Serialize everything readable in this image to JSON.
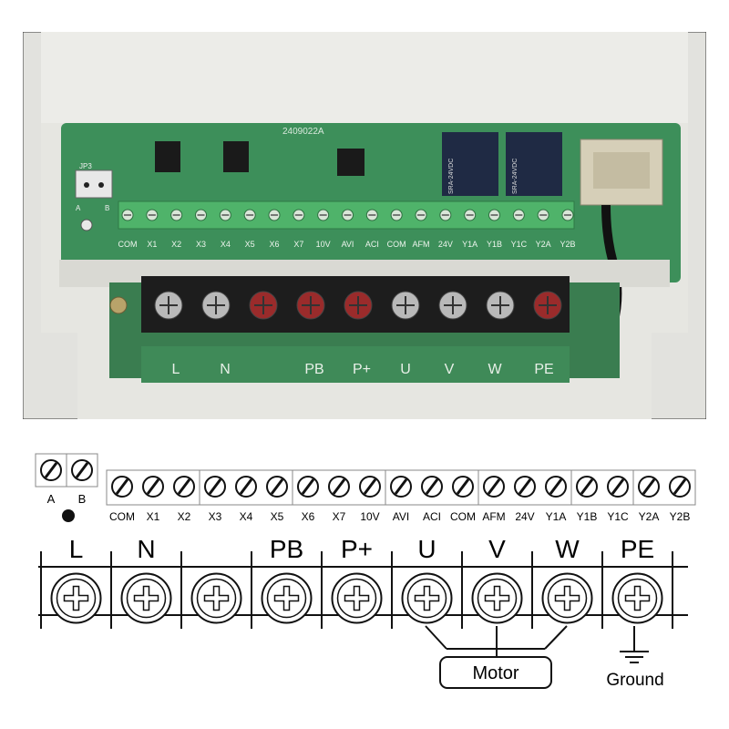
{
  "photo": {
    "board_id": "2409022A",
    "pcb_labels": [
      "COM",
      "X1",
      "X2",
      "X3",
      "X4",
      "X5",
      "X6",
      "X7",
      "10V",
      "AVI",
      "ACI",
      "COM",
      "AFM",
      "24V",
      "Y1A",
      "Y1B",
      "Y1C",
      "Y2A",
      "Y2B"
    ],
    "jumper_label": "JP3",
    "jumper_ab": [
      "A",
      "B"
    ],
    "relay_markings": [
      "SRA-24VDC",
      "SRA-24VDC"
    ],
    "power_labels": [
      "L",
      "N",
      "PB",
      "P+",
      "U",
      "V",
      "W",
      "PE"
    ]
  },
  "diagram": {
    "ab_labels": [
      "A",
      "B"
    ],
    "control_labels": [
      "COM",
      "X1",
      "X2",
      "X3",
      "X4",
      "X5",
      "X6",
      "X7",
      "10V",
      "AVI",
      "ACI",
      "COM",
      "AFM",
      "24V",
      "Y1A",
      "Y1B",
      "Y1C",
      "Y2A",
      "Y2B"
    ],
    "control_groups": [
      3,
      3,
      3,
      3,
      3,
      2,
      2
    ],
    "power_labels": [
      "L",
      "N",
      "",
      "PB",
      "P+",
      "U",
      "V",
      "W",
      "PE"
    ],
    "motor_label": "Motor",
    "ground_label": "Ground"
  },
  "colors": {
    "pcb_green": "#3d8f5a",
    "terminal_green": "#4fb36a",
    "housing": "#e9e9e4",
    "block_black": "#1d1d1d",
    "screw_red": "#9a2b2b",
    "line": "#111111"
  }
}
